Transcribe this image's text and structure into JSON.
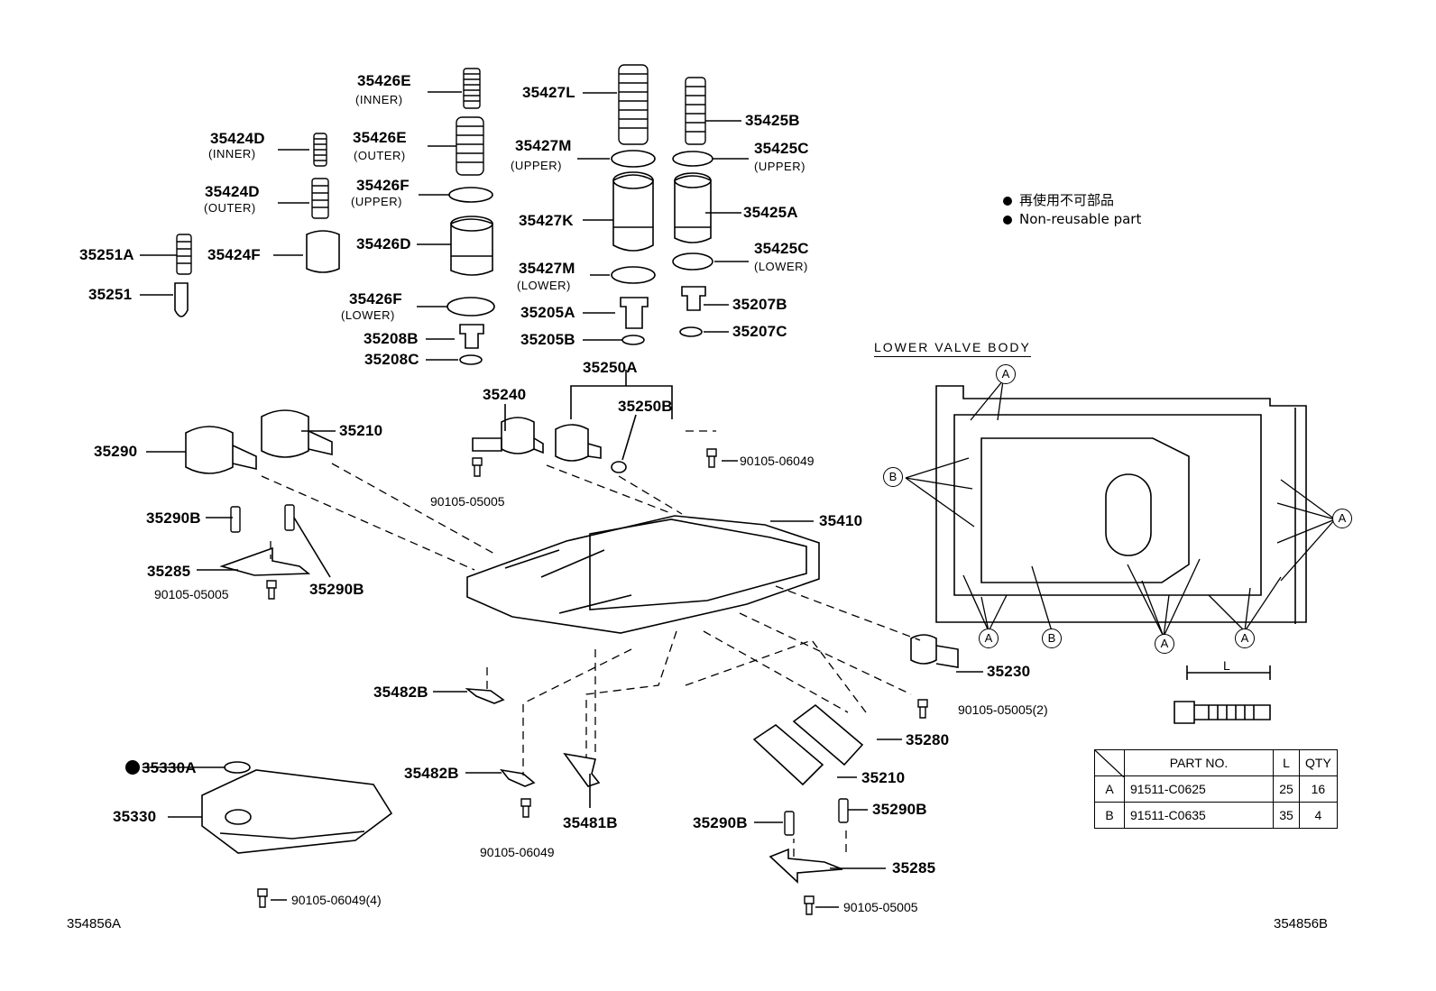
{
  "legend": {
    "jp": "再使用不可部品",
    "en": "Non-reusable part"
  },
  "section_title": "LOWER VALVE BODY",
  "diagram_ids": {
    "left": "354856A",
    "right": "354856B"
  },
  "callouts": {
    "a": "A",
    "b": "B"
  },
  "dimension_label": "L",
  "labels": {
    "p35426E_inner": "35426E",
    "inner1": "(INNER)",
    "p35424D_inner": "35424D",
    "inner2": "(INNER)",
    "p35426E_outer": "35426E",
    "outer1": "(OUTER)",
    "p35424D_outer": "35424D",
    "outer2": "(OUTER)",
    "p35426F_upper": "35426F",
    "upper1": "(UPPER)",
    "p35251A": "35251A",
    "p35424F": "35424F",
    "p35426D": "35426D",
    "p35251": "35251",
    "p35426F_lower": "35426F",
    "lower1": "(LOWER)",
    "p35208B": "35208B",
    "p35208C": "35208C",
    "p35427L": "35427L",
    "p35427M_upper": "35427M",
    "upper2": "(UPPER)",
    "p35427K": "35427K",
    "p35427M_lower": "35427M",
    "lower2": "(LOWER)",
    "p35205A": "35205A",
    "p35205B": "35205B",
    "p35425B": "35425B",
    "p35425C_upper": "35425C",
    "upper3": "(UPPER)",
    "p35425A": "35425A",
    "p35425C_lower": "35425C",
    "lower3": "(LOWER)",
    "p35207B": "35207B",
    "p35207C": "35207C",
    "p35250A": "35250A",
    "p35240": "35240",
    "p35250B": "35250B",
    "p35290": "35290",
    "p35210a": "35210",
    "b90105_06049a": "90105-06049",
    "b90105_05005a": "90105-05005",
    "p35410": "35410",
    "p35290B_a": "35290B",
    "p35285a": "35285",
    "b90105_05005b": "90105-05005",
    "p35290B_b": "35290B",
    "p35482B_a": "35482B",
    "p35230": "35230",
    "b90105_05005_2": "90105-05005(2)",
    "p35280": "35280",
    "p35330A": "35330A",
    "p35482B_b": "35482B",
    "p35210b": "35210",
    "p35330": "35330",
    "p35481B": "35481B",
    "p35290B_c": "35290B",
    "p35290B_d": "35290B",
    "b90105_06049b": "90105-06049",
    "p35285b": "35285",
    "b90105_06049_4": "90105-06049(4)",
    "b90105_05005c": "90105-05005"
  },
  "parts_table": {
    "headers": [
      "PART NO.",
      "L",
      "QTY"
    ],
    "rows": [
      {
        "key": "A",
        "part": "91511-C0625",
        "l": "25",
        "qty": "16"
      },
      {
        "key": "B",
        "part": "91511-C0635",
        "l": "35",
        "qty": "4"
      }
    ]
  }
}
